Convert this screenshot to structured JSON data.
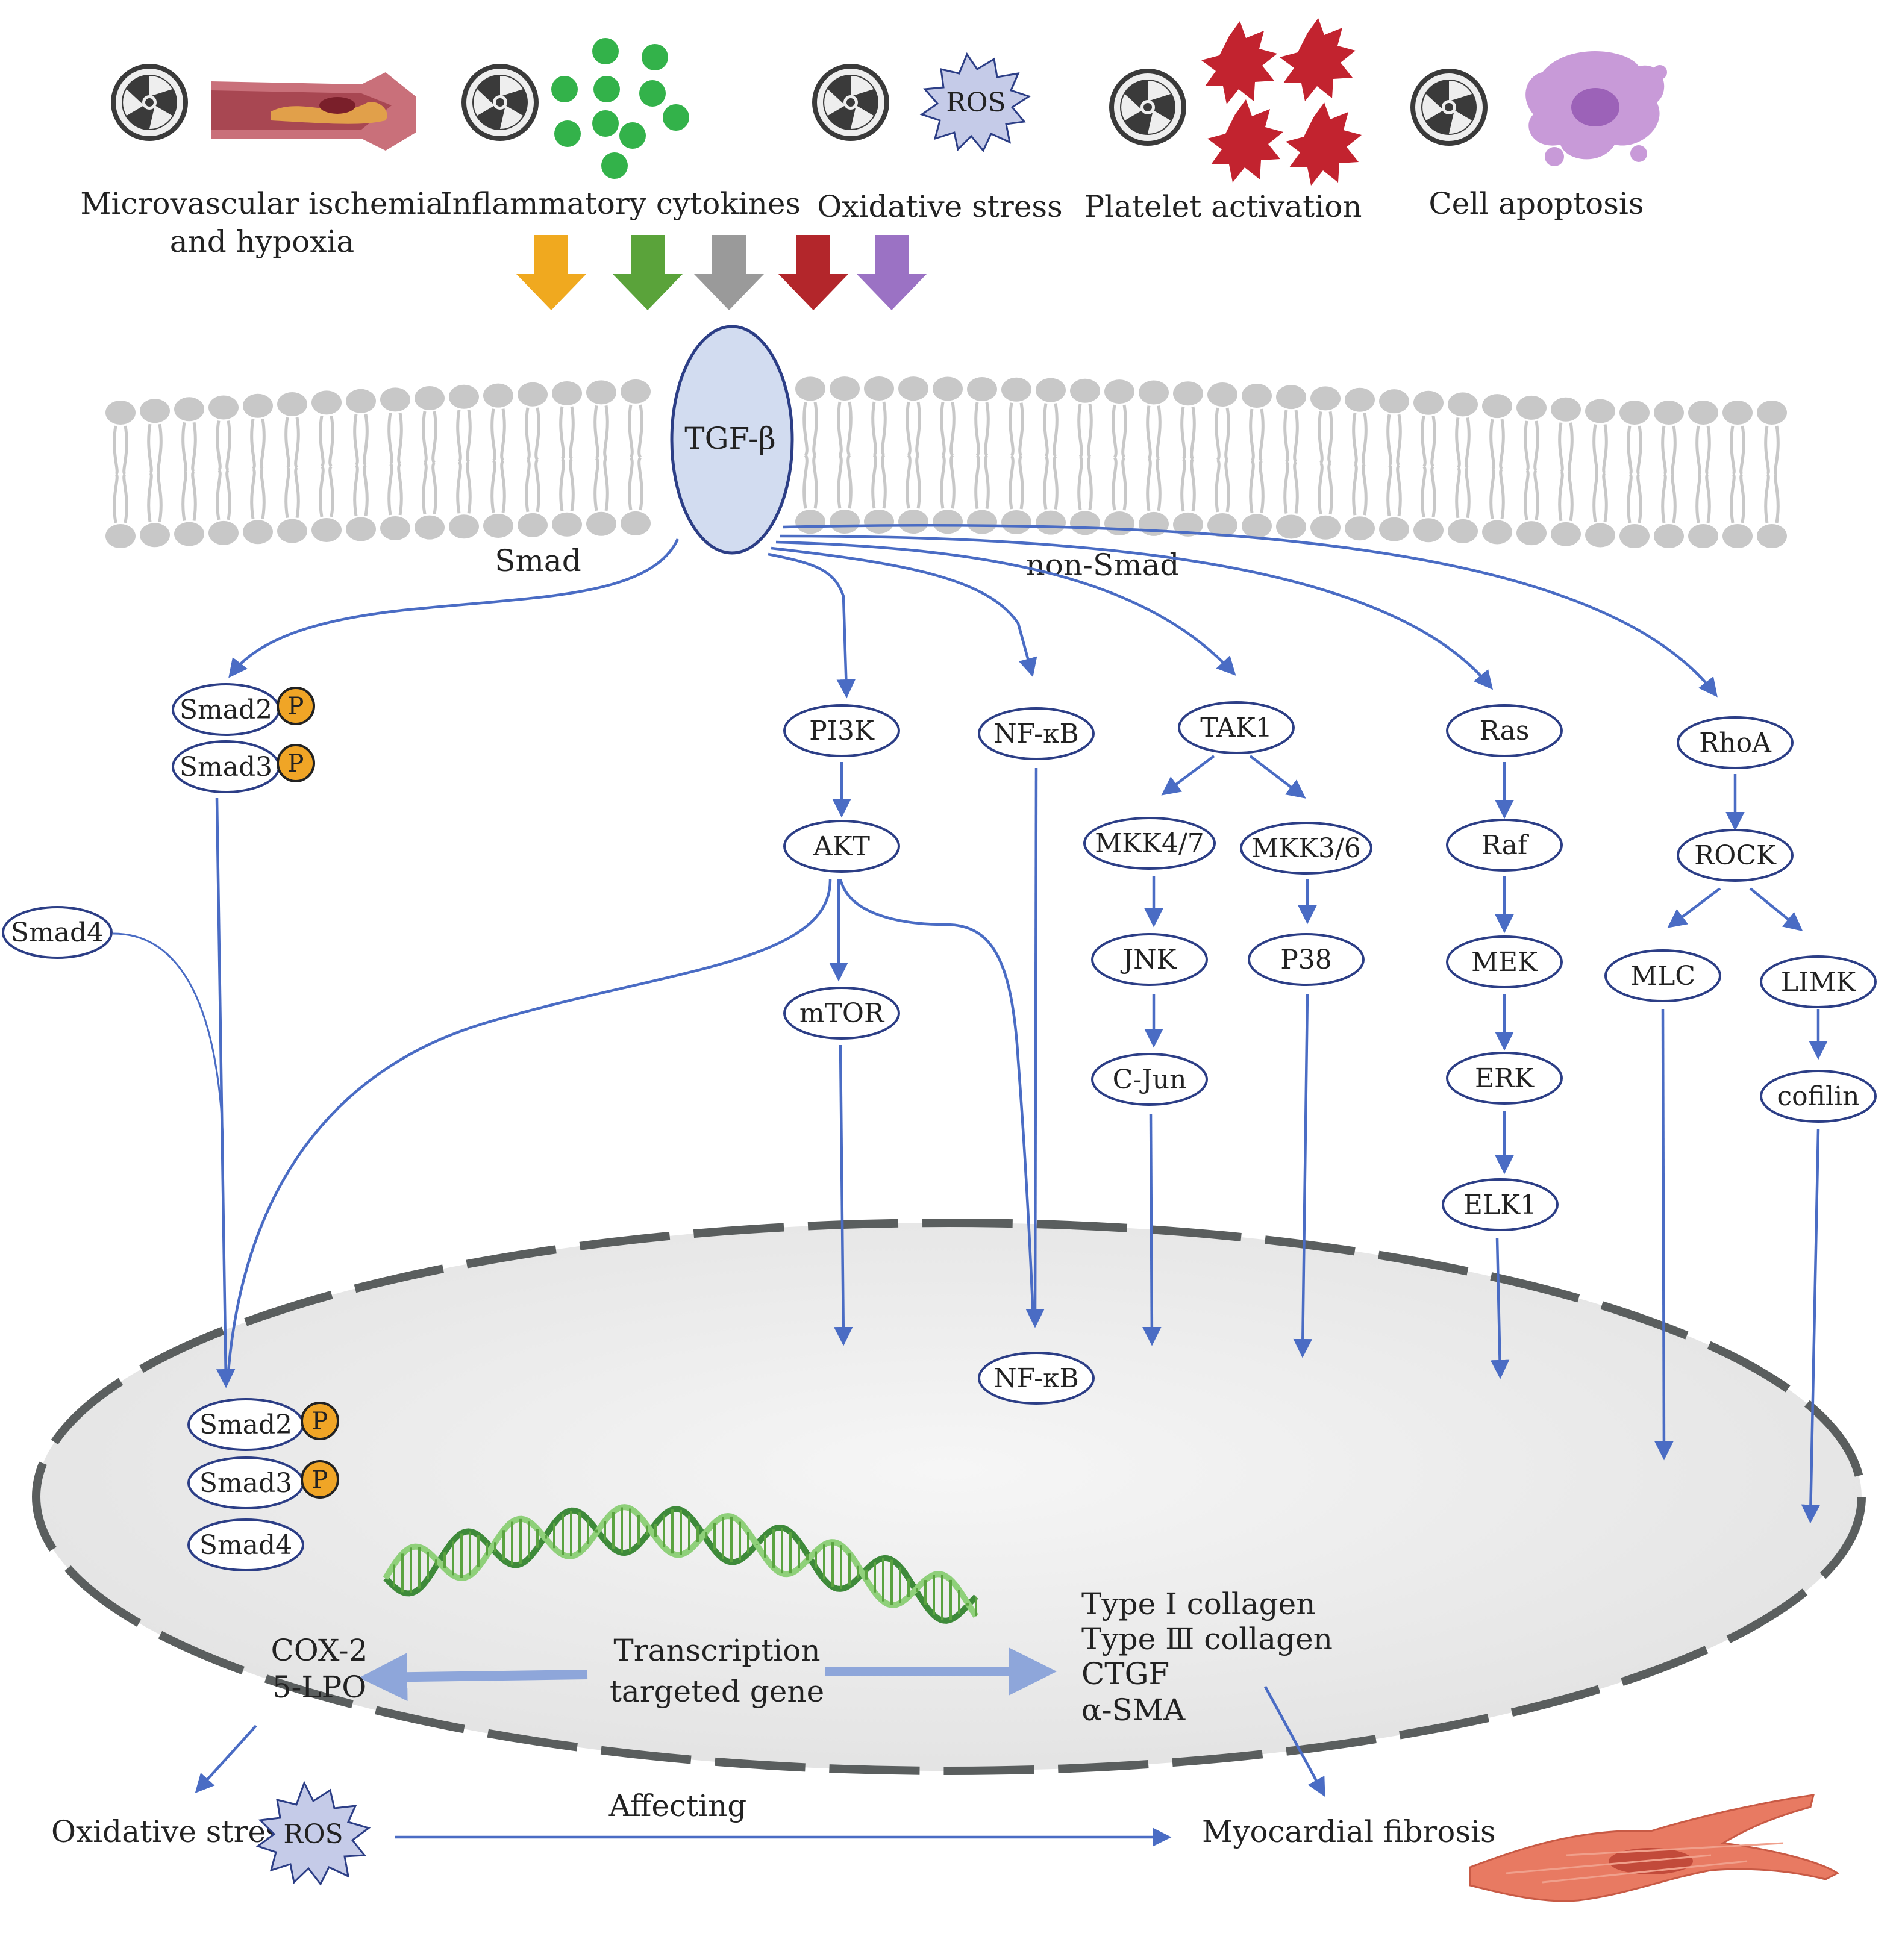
{
  "stimuli": [
    {
      "label_lines": [
        "Microvascular ischemia",
        "and hypoxia"
      ],
      "icon": "blood-vessel-icon"
    },
    {
      "label_lines": [
        "Inflammatory cytokines"
      ],
      "icon": "cytokines-icon"
    },
    {
      "label_lines": [
        "Oxidative stress"
      ],
      "icon": "ros-star-icon",
      "icon_text": "ROS"
    },
    {
      "label_lines": [
        "Platelet activation"
      ],
      "icon": "platelets-icon"
    },
    {
      "label_lines": [
        "Cell apoptosis"
      ],
      "icon": "apoptotic-cell-icon"
    }
  ],
  "arrow_colors": [
    "#f0a91f",
    "#5aa33a",
    "#9a9a9a",
    "#b3262b",
    "#9b72c4"
  ],
  "receptor": "TGF-β",
  "branch_labels": {
    "smad": "Smad",
    "non_smad": "non-Smad"
  },
  "smad_pathway": {
    "cytoplasm": [
      "Smad2",
      "Smad3"
    ],
    "smad4": "Smad4",
    "phospho": "P",
    "nucleus": [
      "Smad2",
      "Smad3",
      "Smad4"
    ]
  },
  "pi3k_pathway": [
    "PI3K",
    "AKT",
    "mTOR"
  ],
  "nfkb": {
    "cytoplasm": "NF-κB",
    "nucleus": "NF-κB"
  },
  "tak1_pathway": {
    "root": "TAK1",
    "left": [
      "MKK4/7",
      "JNK",
      "C-Jun"
    ],
    "right": [
      "MKK3/6",
      "P38"
    ]
  },
  "ras_pathway": [
    "Ras",
    "Raf",
    "MEK",
    "ERK",
    "ELK1"
  ],
  "rhoa_pathway": {
    "root": "RhoA",
    "rock": "ROCK",
    "left": "MLC",
    "right": [
      "LIMK",
      "cofilin"
    ]
  },
  "nucleus_content": {
    "transcription_lines": [
      "Transcription",
      "targeted gene"
    ],
    "left_genes": [
      "COX-2",
      "5-LPO"
    ],
    "right_genes": [
      "Type Ⅰ collagen",
      "Type Ⅲ collagen",
      "CTGF",
      "α-SMA"
    ]
  },
  "outcomes": {
    "oxidative_stress": "Oxidative stress",
    "ros": "ROS",
    "affecting": "Affecting",
    "fibrosis": "Myocardial fibrosis"
  },
  "colors": {
    "node_stroke": "#2c3e86",
    "pathway_arrow": "#4a6cc4",
    "phospho": "#f0a526",
    "nucleus_fill": "#efefef",
    "membrane": "#c8c8c8",
    "dna": "#5aa340",
    "fibroblast": "#e87a62"
  }
}
